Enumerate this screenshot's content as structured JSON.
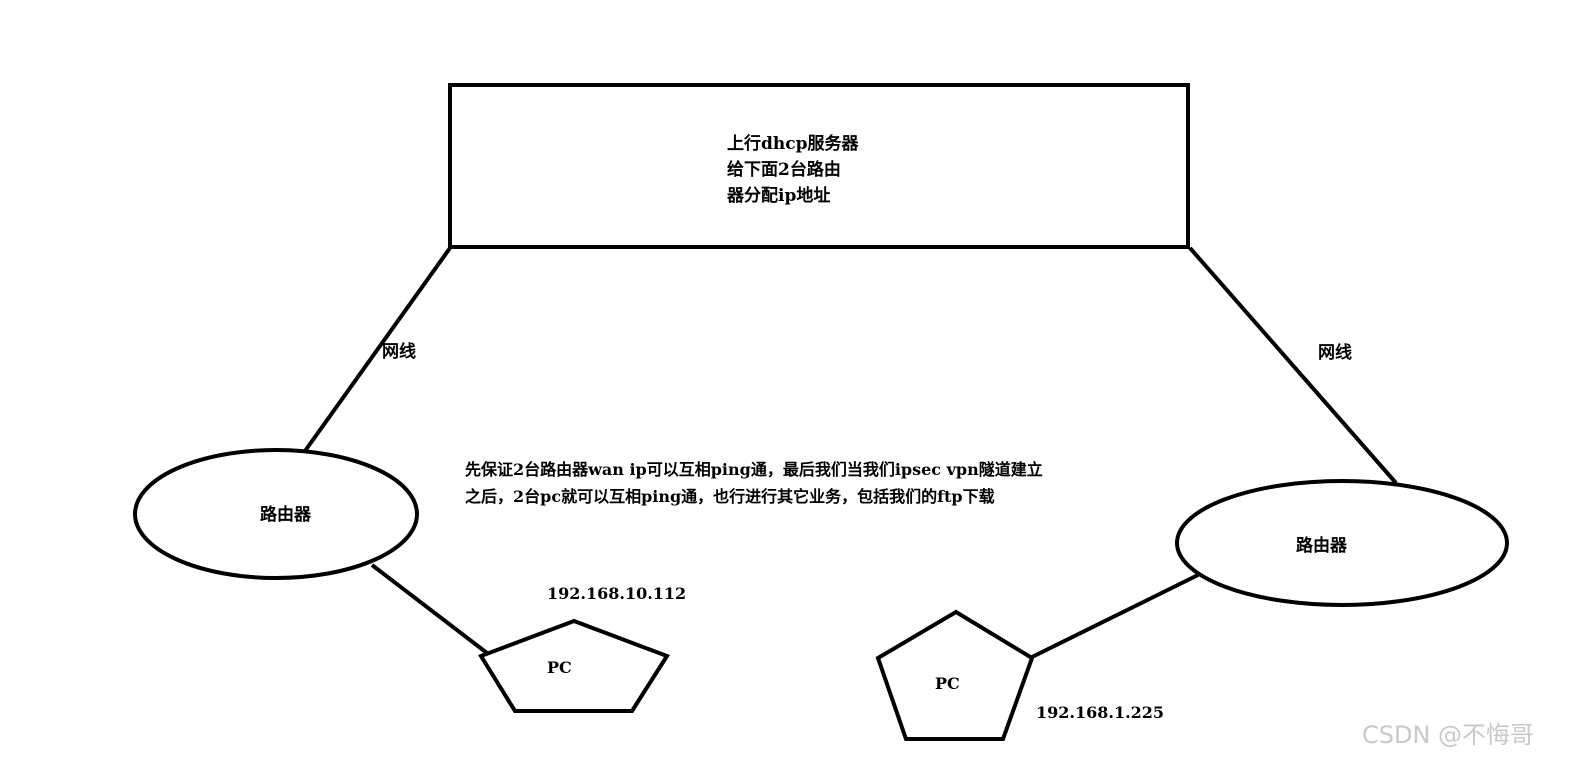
{
  "server": {
    "lines": [
      "上行dhcp服务器",
      "给下面2台路由",
      "器分配ip地址"
    ]
  },
  "cables": {
    "left_label": "网线",
    "right_label": "网线"
  },
  "routers": {
    "left_label": "路由器",
    "right_label": "路由器"
  },
  "note": {
    "lines": [
      "先保证2台路由器wan ip可以互相ping通，最后我们当我们ipsec vpn隧道建立",
      "之后，2台pc就可以互相ping通，也行进行其它业务，包括我们的ftp下载"
    ]
  },
  "pcs": {
    "left_label": "PC",
    "left_ip": "192.168.10.112",
    "right_label": "PC",
    "right_ip": "192.168.1.225"
  },
  "watermark": "CSDN @不悔哥",
  "colors": {
    "stroke": "#000000",
    "watermark": "#c9c9c9"
  }
}
